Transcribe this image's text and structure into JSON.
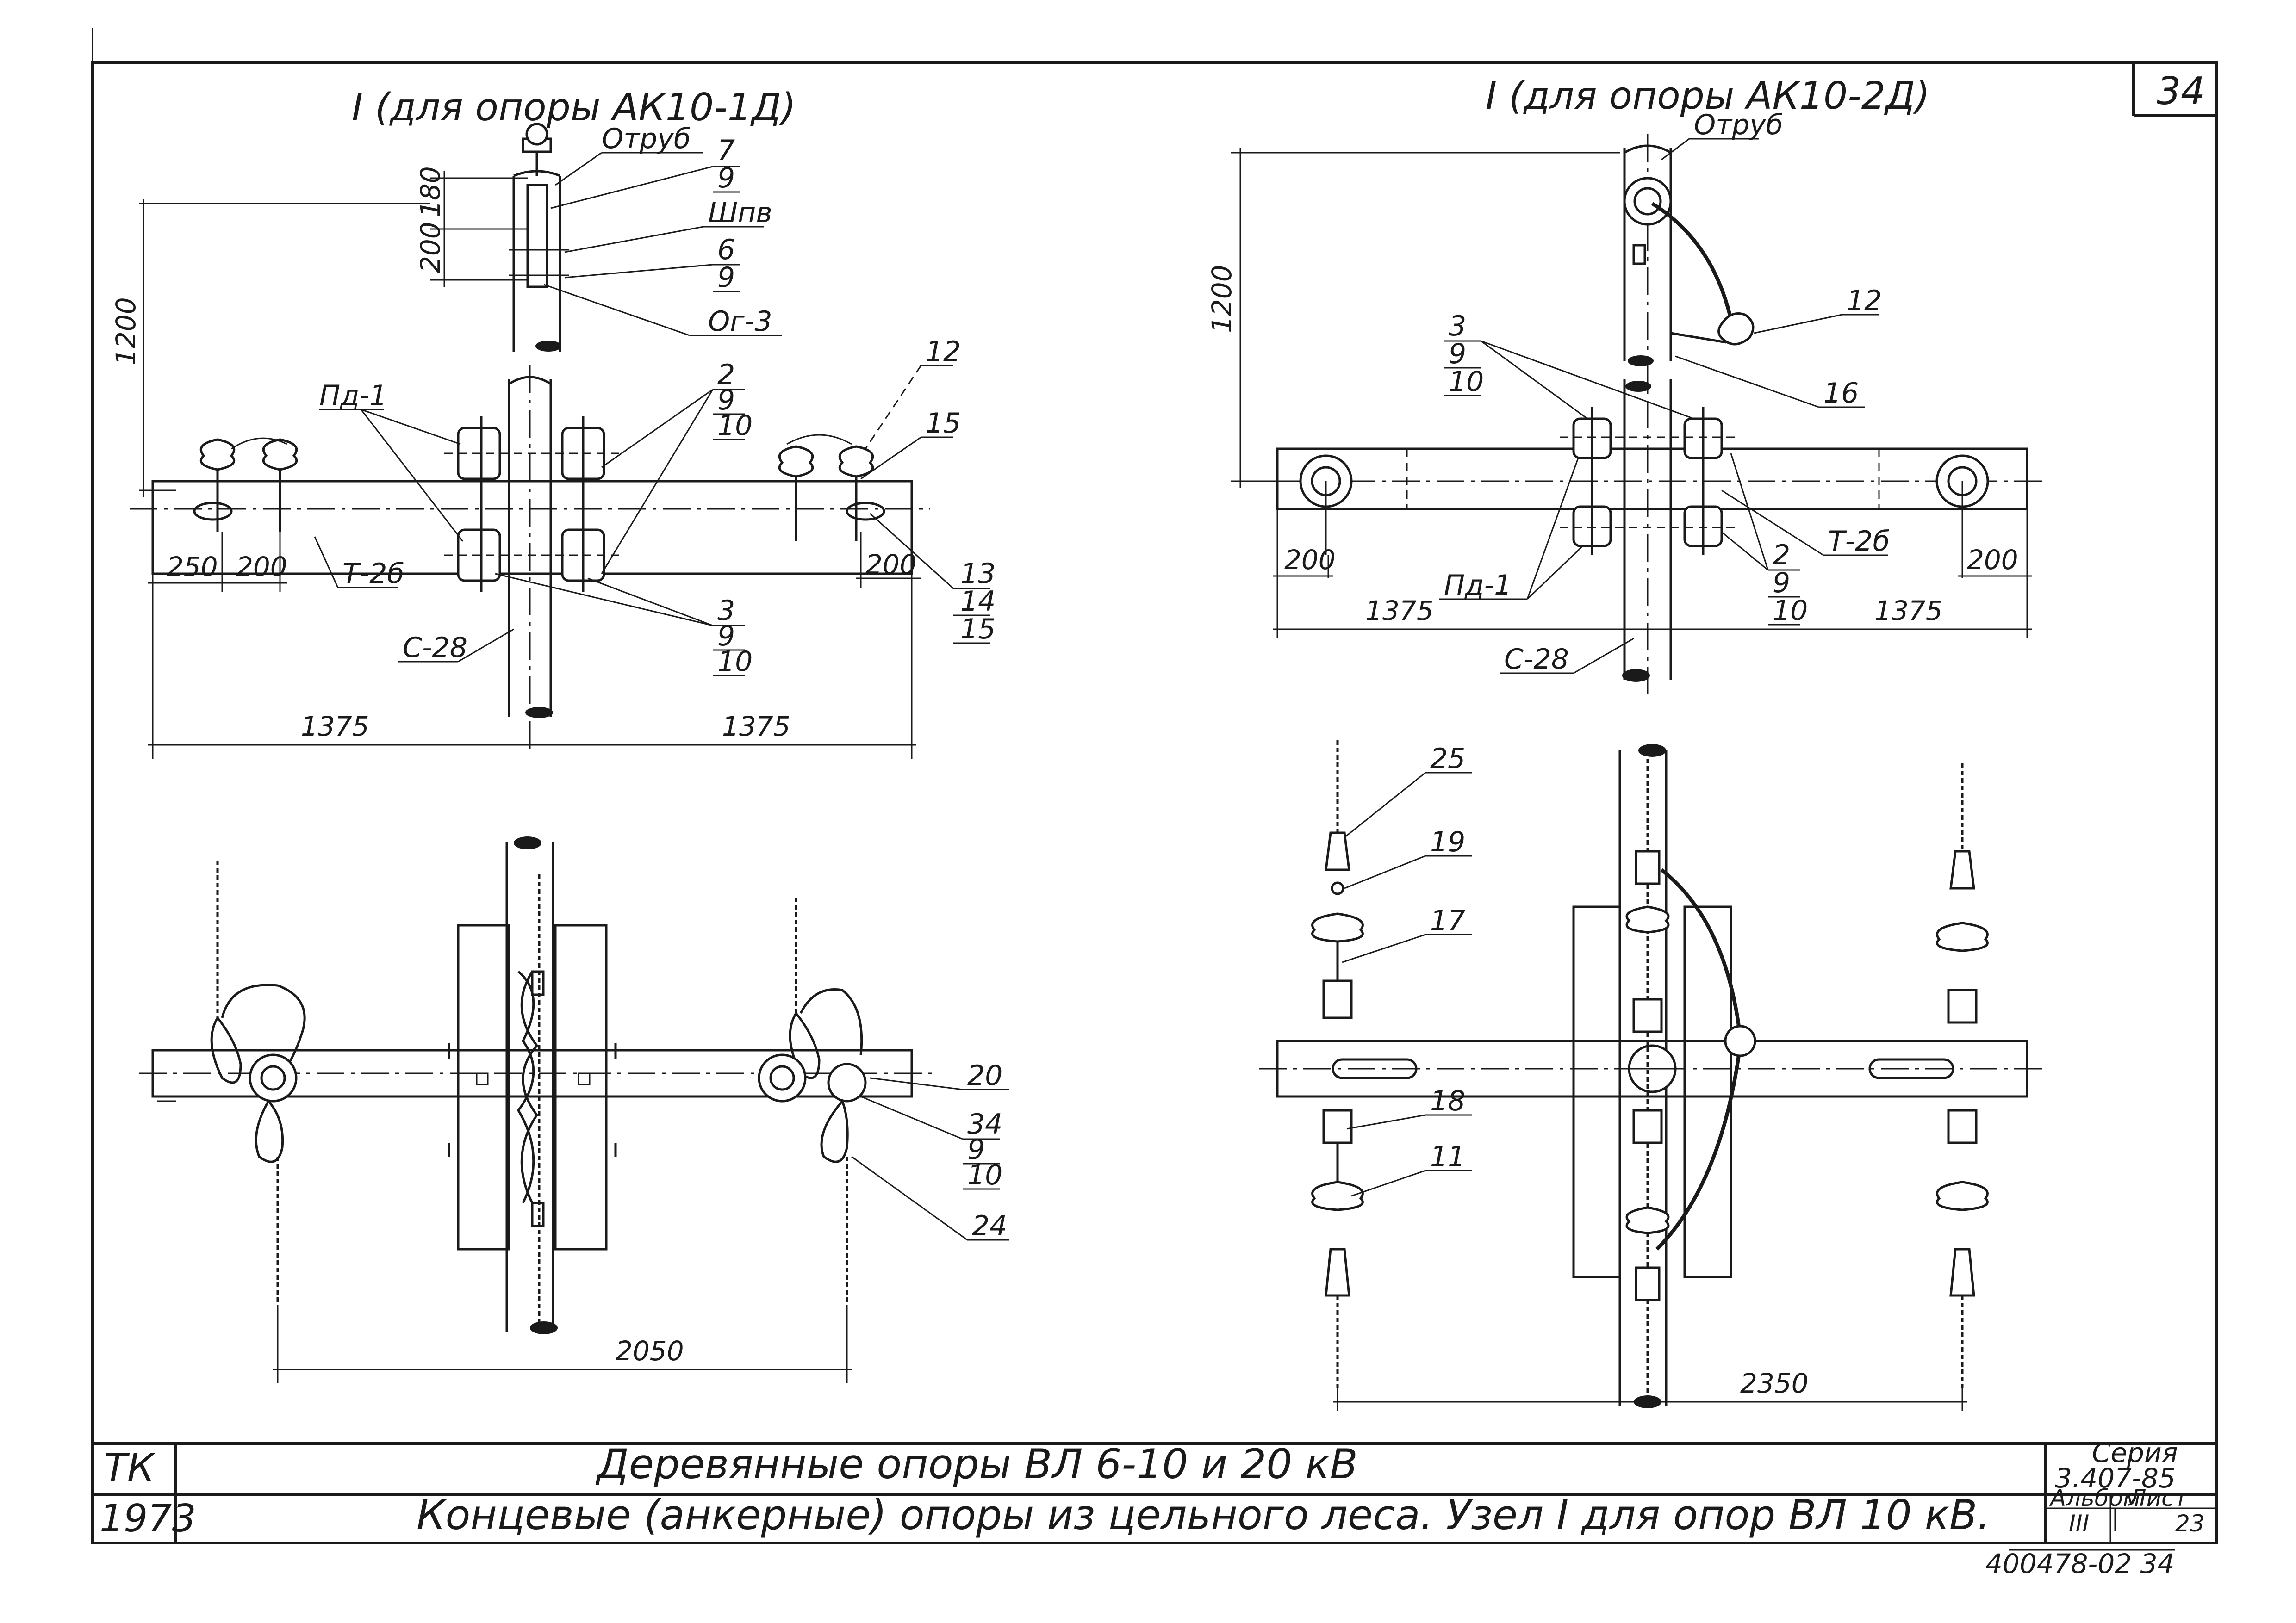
{
  "sheet_number": "34",
  "views": {
    "top_left": {
      "heading": "I (для опоры АК10-1Д)",
      "labels": [
        "Отруб",
        "7",
        "9",
        "Шпв",
        "6",
        "9",
        "Ог-3",
        "Пд-1",
        "2",
        "9",
        "10",
        "12",
        "15",
        "13",
        "14",
        "15",
        "3",
        "9",
        "10",
        "Т-2б",
        "С-28"
      ],
      "dims": {
        "h1200": "1200",
        "h200": "200",
        "h180": "180",
        "d250": "250",
        "d200a": "200",
        "d200b": "200",
        "d1375a": "1375",
        "d1375b": "1375"
      }
    },
    "top_right": {
      "heading": "I (для опоры АК10-2Д)",
      "labels": [
        "Отруб",
        "12",
        "3",
        "9",
        "10",
        "16",
        "Т-2б",
        "Пд-1",
        "2",
        "9",
        "10",
        "С-28"
      ],
      "dims": {
        "h1200": "1200",
        "d200a": "200",
        "d200b": "200",
        "d1375a": "1375",
        "d1375b": "1375"
      }
    },
    "bottom_left": {
      "labels": [
        "20",
        "34",
        "9",
        "10",
        "24"
      ],
      "dims": {
        "d2050": "2050"
      }
    },
    "bottom_right": {
      "labels": [
        "25",
        "19",
        "17",
        "18",
        "11"
      ],
      "dims": {
        "d2350": "2350"
      }
    }
  },
  "title_block": {
    "org": "ТК",
    "year": "1973",
    "title": "Деревянные опоры ВЛ 6-10 и 20 кВ",
    "subtitle": "Концевые (анкерные) опоры из цельного леса. Узел I для опор ВЛ 10 кВ.",
    "series_label": "Серия",
    "series_value": "3.407-85",
    "album_label": "Альбом",
    "album_value": "III",
    "sheet_label": "Лист",
    "sheet_value": "23",
    "archive_number": "400478-02 34"
  }
}
